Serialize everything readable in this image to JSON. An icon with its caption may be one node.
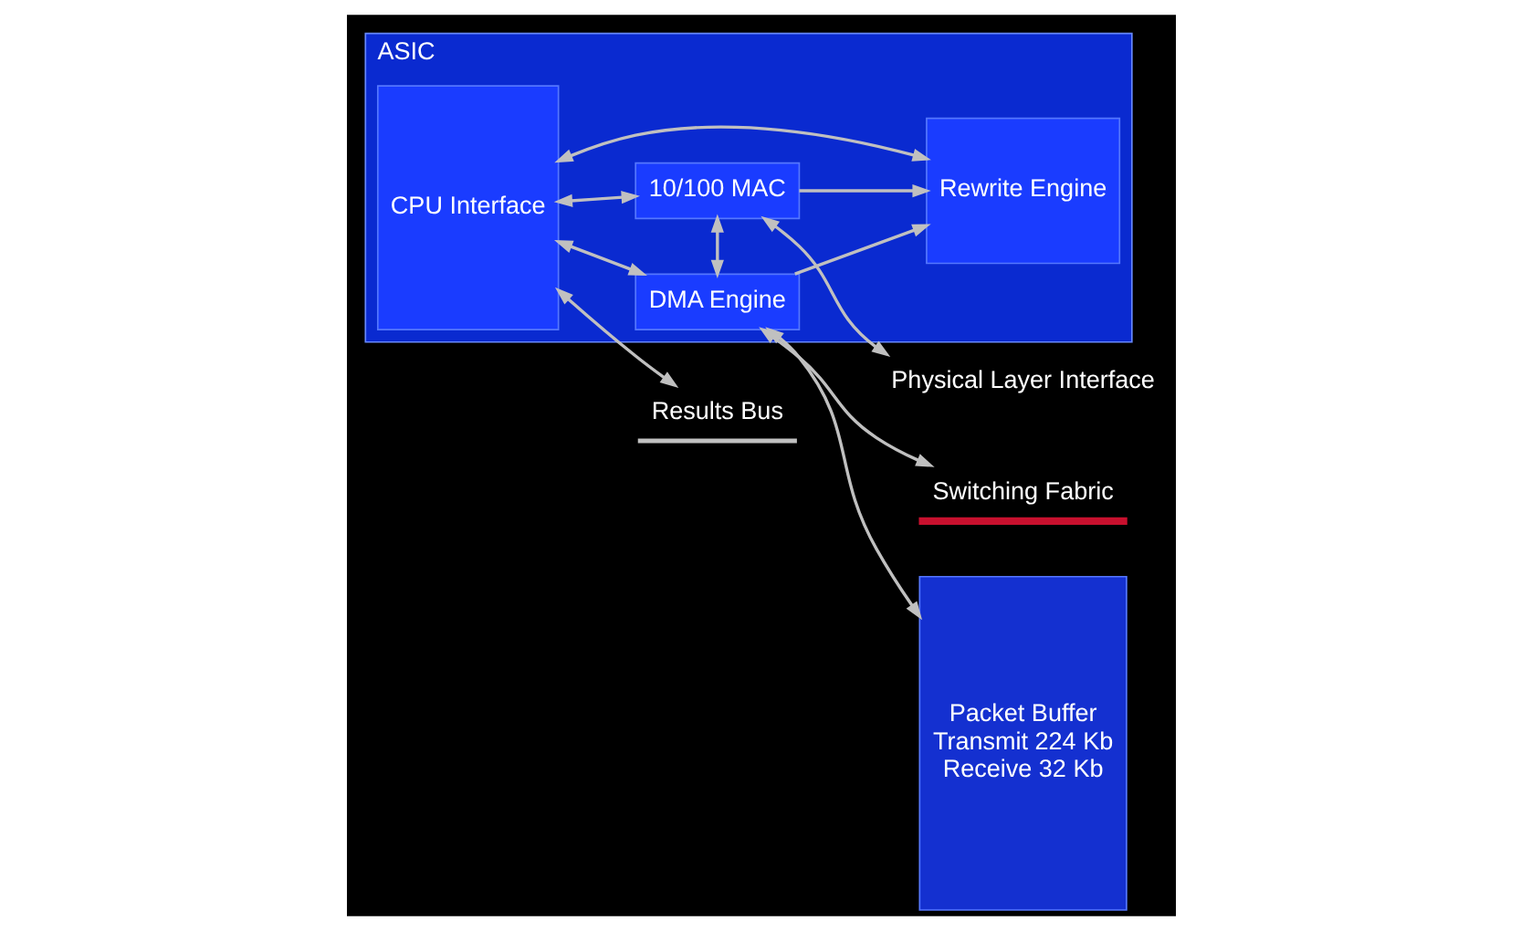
{
  "diagram": {
    "nodes": [
      {
        "text": [
          "Results Bus"
        ]
      },
      {
        "text": [
          "Switching Fabric"
        ]
      },
      {
        "text": [
          "ASIC"
        ]
      },
      {
        "text": [
          "CPU Interface"
        ],
        "in": 2
      },
      {
        "text": [
          "Rewrite Engine"
        ],
        "in": 2
      },
      {
        "text": [
          "DMA Engine"
        ],
        "in": 2
      },
      {
        "text": [
          "10/100 MAC"
        ],
        "in": 2
      },
      {
        "text": [
          "Packet Buffer",
          "Transmit 224 Kb",
          "Receive 32 Kb"
        ]
      },
      {
        "text": [
          "Physical Layer Interface"
        ]
      }
    ],
    "edges": [
      {
        "from": 3,
        "to": 0,
        "arrow": "both"
      },
      {
        "from": 3,
        "to": 5,
        "arrow": "both"
      },
      {
        "from": 3,
        "to": 4,
        "arrow": "both"
      },
      {
        "from": 3,
        "to": 6,
        "arrow": "both"
      },
      {
        "from": 5,
        "to": 4,
        "arrow": "to"
      },
      {
        "from": 6,
        "to": 4,
        "arrow": "to"
      },
      {
        "from": 5,
        "to": 6,
        "arrow": "both"
      },
      {
        "from": 5,
        "to": 1,
        "arrow": "both"
      },
      {
        "from": 5,
        "to": 7,
        "arrow": "both"
      },
      {
        "from": 6,
        "to": 8,
        "arrow": "both"
      }
    ]
  }
}
